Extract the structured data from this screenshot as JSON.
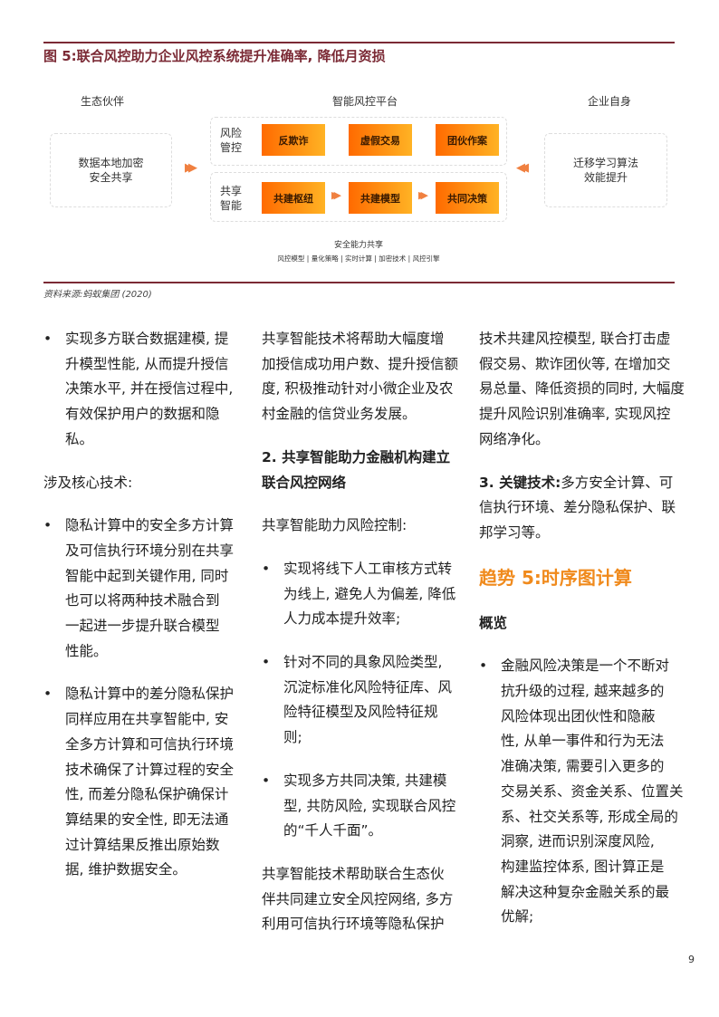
{
  "figure": {
    "title": "图 5:联合风控助力企业风控系统提升准确率, 降低月资损",
    "partner_label": "生态伙伴",
    "platform_label": "智能风控平台",
    "enterprise_label": "企业自身",
    "partner_box": [
      "数据本地加密",
      "安全共享"
    ],
    "enterprise_box": [
      "迁移学习算法",
      "效能提升"
    ],
    "risk_row": {
      "label": [
        "风险",
        "管控"
      ],
      "items": [
        "反欺诈",
        "虚假交易",
        "团伙作案"
      ]
    },
    "share_row": {
      "label": [
        "共享",
        "智能"
      ],
      "items": [
        "共建枢纽",
        "共建模型",
        "共同决策"
      ]
    },
    "capability_title": "安全能力共享",
    "capability_items": "风控模型 | 量化策略 | 实时计算 | 加密技术 | 风控引擎",
    "source": "资料来源:蚂蚁集团 (2020)",
    "accent_color": "#7b2a35"
  },
  "columns": [
    [
      {
        "type": "bullet",
        "lines": [
          "实现多方联合数据建模, 提",
          "升模型性能, 从而提升授信",
          "决策水平, 并在授信过程中,",
          "有效保护用户的数据和隐",
          "私。"
        ]
      },
      {
        "type": "para",
        "lines": [
          "涉及核心技术:"
        ]
      },
      {
        "type": "bullet",
        "lines": [
          "隐私计算中的安全多方计算",
          "及可信执行环境分别在共享",
          "智能中起到关键作用, 同时",
          "也可以将两种技术融合到",
          "一起进一步提升联合模型",
          "性能。"
        ]
      },
      {
        "type": "bullet",
        "lines": [
          "隐私计算中的差分隐私保护",
          "同样应用在共享智能中, 安",
          "全多方计算和可信执行环境",
          "技术确保了计算过程的安全",
          "性, 而差分隐私保护确保计",
          "算结果的安全性, 即无法通",
          "过计算结果反推出原始数",
          "据, 维护数据安全。"
        ]
      }
    ],
    [
      {
        "type": "para",
        "lines": [
          "共享智能技术将帮助大幅度增",
          "加授信成功用户数、提升授信额",
          "度, 积极推动针对小微企业及农",
          "村金融的信贷业务发展。"
        ]
      },
      {
        "type": "heading",
        "lines": [
          "2. 共享智能助力金融机构建立",
          "联合风控网络"
        ]
      },
      {
        "type": "para",
        "lines": [
          "共享智能助力风险控制:"
        ]
      },
      {
        "type": "bullet",
        "lines": [
          "实现将线下人工审核方式转",
          "为线上, 避免人为偏差, 降低",
          "人力成本提升效率;"
        ]
      },
      {
        "type": "bullet",
        "lines": [
          "针对不同的具象风险类型,",
          "沉淀标准化风险特征库、风",
          "险特征模型及风险特征规",
          "则;"
        ]
      },
      {
        "type": "bullet",
        "lines": [
          "实现多方共同决策, 共建模",
          "型, 共防风险, 实现联合风控",
          "的“千人千面”。"
        ]
      },
      {
        "type": "para",
        "lines": [
          "共享智能技术帮助联合生态伙",
          "伴共同建立安全风控网络, 多方",
          "利用可信执行环境等隐私保护"
        ]
      }
    ],
    [
      {
        "type": "para",
        "lines": [
          "技术共建风控模型, 联合打击虚",
          "假交易、欺诈团伙等, 在增加交",
          "易总量、降低资损的同时, 大幅度",
          "提升风险识别准确率, 实现风控",
          "网络净化。"
        ]
      },
      {
        "type": "para",
        "bold_lead": "3. 关键技术:",
        "lines": [
          "多方安全计算、可",
          "信执行环境、差分隐私保护、联",
          "邦学习等。"
        ]
      },
      {
        "type": "trend",
        "lines": [
          "趋势 5:时序图计算"
        ]
      },
      {
        "type": "heading",
        "lines": [
          "概览"
        ]
      },
      {
        "type": "bullet",
        "lines": [
          "金融风险决策是一个不断对",
          "抗升级的过程, 越来越多的",
          "风险体现出团伙性和隐蔽",
          "性, 从单一事件和行为无法",
          "准确决策, 需要引入更多的",
          "交易关系、资金关系、位置关",
          "系、社交关系等, 形成全局的",
          "洞察, 进而识别深度风险,",
          "构建监控体系, 图计算正是",
          "解决这种复杂金融关系的最",
          "优解;"
        ]
      }
    ]
  ],
  "page_number": "9"
}
